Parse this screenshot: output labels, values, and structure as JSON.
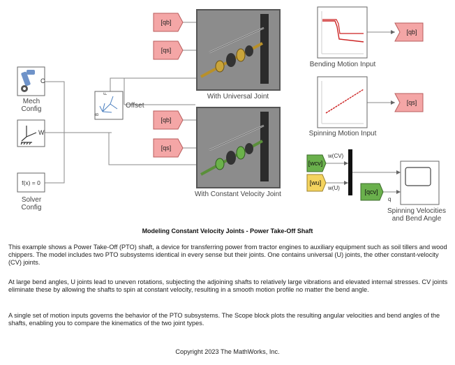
{
  "tags": {
    "qb": "[qb]",
    "qs": "[qs]",
    "wcv": "[wcv]",
    "wu": "[wu]",
    "qcv": "[qcv]"
  },
  "blocks": {
    "mech_config": "Mech\nConfig",
    "offset": "Offset",
    "solver_config": "Solver\nConfig",
    "solver_text": "f(x) = 0",
    "universal_joint": "With Universal Joint",
    "cv_joint": "With Constant Velocity Joint",
    "bending_input": "Bending Motion Input",
    "spinning_input": "Spinning Motion Input",
    "scope": "Spinning Velocities\nand Bend Angle"
  },
  "ports": {
    "mech_c": "C",
    "frame_w": "W",
    "offset_b": "B",
    "offset_f": "F",
    "mux_wcv": "w(CV)",
    "mux_wu": "w(U)",
    "scope_q": "q"
  },
  "doc": {
    "title": "Modeling Constant Velocity Joints - Power Take-Off Shaft",
    "p1": "This example shows a Power Take-Off (PTO) shaft, a device for transferring power from tractor engines to auxiliary equipment such as soil tillers and wood chippers. The model includes two PTO subsystems identical in every sense but their joints. One contains universal (U) joints, the other constant-velocity (CV) joints.",
    "p2": "At large bend angles, U joints lead to uneven rotations, subjecting the adjoining shafts to relatively large vibrations and elevated internal stresses. CV joints eliminate these by allowing the shafts to spin at constant velocity, resulting in a smooth motion profile no matter the bend angle.",
    "p3": "A single set of motion inputs governs the behavior of the PTO subsystems. The Scope block plots the resulting angular velocities and bend angles of the shafts, enabling you to compare the kinematics of the two joint types.",
    "copyright": "Copyright 2023 The MathWorks, Inc."
  },
  "colors": {
    "goto_fill": "#f4a6a6",
    "goto_stroke": "#b85c5c",
    "from_green": "#6ab04c",
    "from_yellow": "#f4d35e",
    "wire": "#888888"
  }
}
